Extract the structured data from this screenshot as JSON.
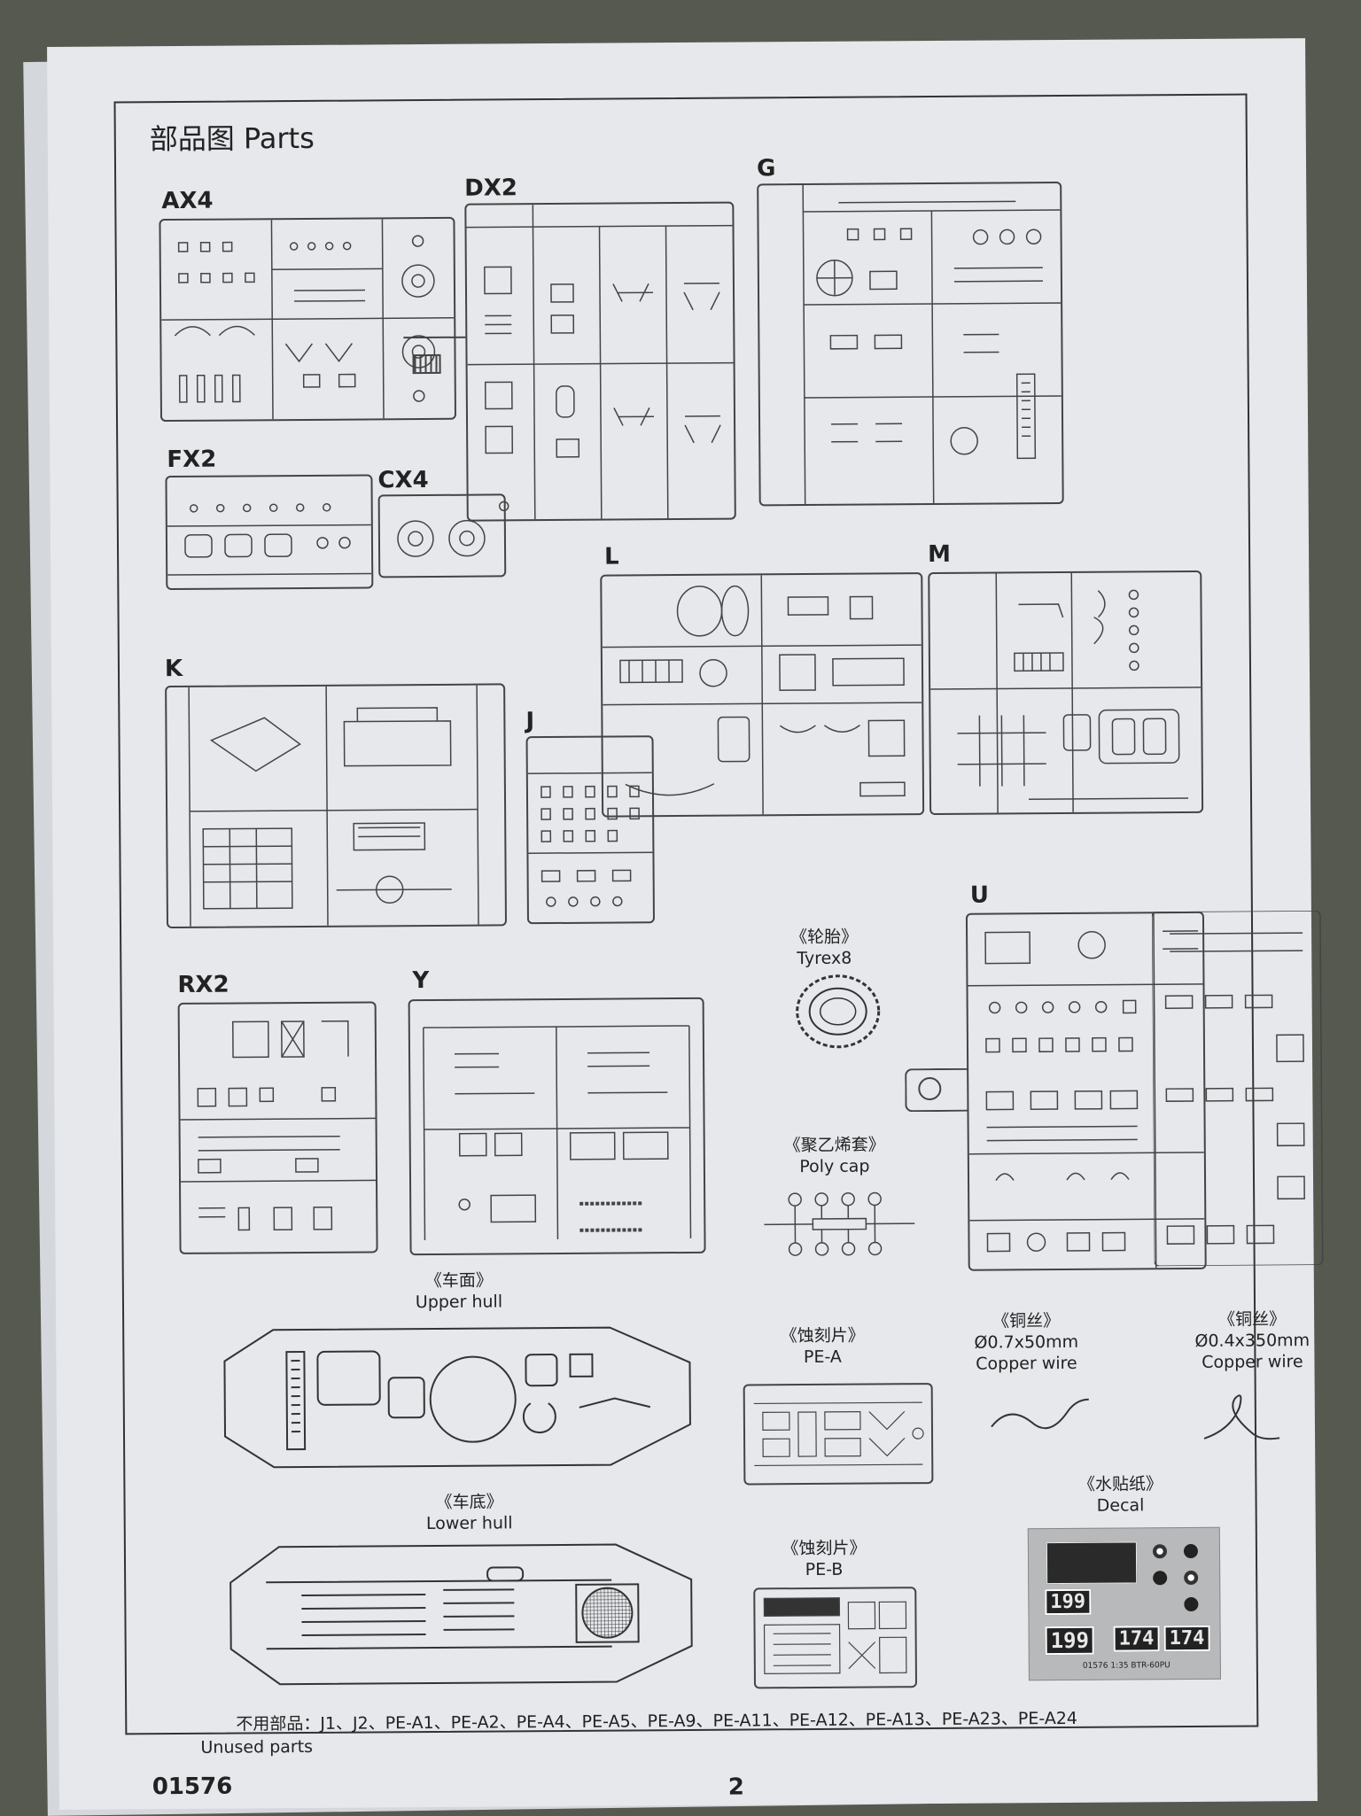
{
  "header": {
    "title": "部品图 Parts"
  },
  "sprues": {
    "ax4": "AX4",
    "dx2": "DX2",
    "g": "G",
    "fx2": "FX2",
    "cx4": "CX4",
    "l": "L",
    "m": "M",
    "k": "K",
    "j": "J",
    "u": "U",
    "rx2": "RX2",
    "y": "Y"
  },
  "items": {
    "tyre_cn": "《轮胎》",
    "tyre_en": "Tyrex8",
    "polycap_cn": "《聚乙烯套》",
    "polycap_en": "Poly cap",
    "upper_cn": "《车面》",
    "upper_en": "Upper hull",
    "lower_cn": "《车底》",
    "lower_en": "Lower hull",
    "pea_cn": "《蚀刻片》",
    "pea_en": "PE-A",
    "peb_cn": "《蚀刻片》",
    "peb_en": "PE-B",
    "wire1_cn": "《铜丝》",
    "wire1_size": "Ø0.7x50mm",
    "wire1_en": "Copper wire",
    "wire2_cn": "《铜丝》",
    "wire2_size": "Ø0.4x350mm",
    "wire2_en": "Copper wire",
    "decal_cn": "《水贴纸》",
    "decal_en": "Decal"
  },
  "decal_sheet": {
    "num_a": "199",
    "num_b": "174",
    "num_c": "199",
    "num_d": "174",
    "caption": "01576 1:35 BTR-60PU"
  },
  "footer": {
    "unused_cn": "不用部品：J1、J2、PE-A1、PE-A2、PE-A4、PE-A5、PE-A9、PE-A11、PE-A12、PE-A13、PE-A23、PE-A24",
    "unused_en": "Unused parts",
    "code": "01576",
    "page": "2"
  },
  "colors": {
    "paper": "#e6e8ec",
    "ink": "#333333",
    "background": "#55594f",
    "decal": "#b7b9bb"
  }
}
